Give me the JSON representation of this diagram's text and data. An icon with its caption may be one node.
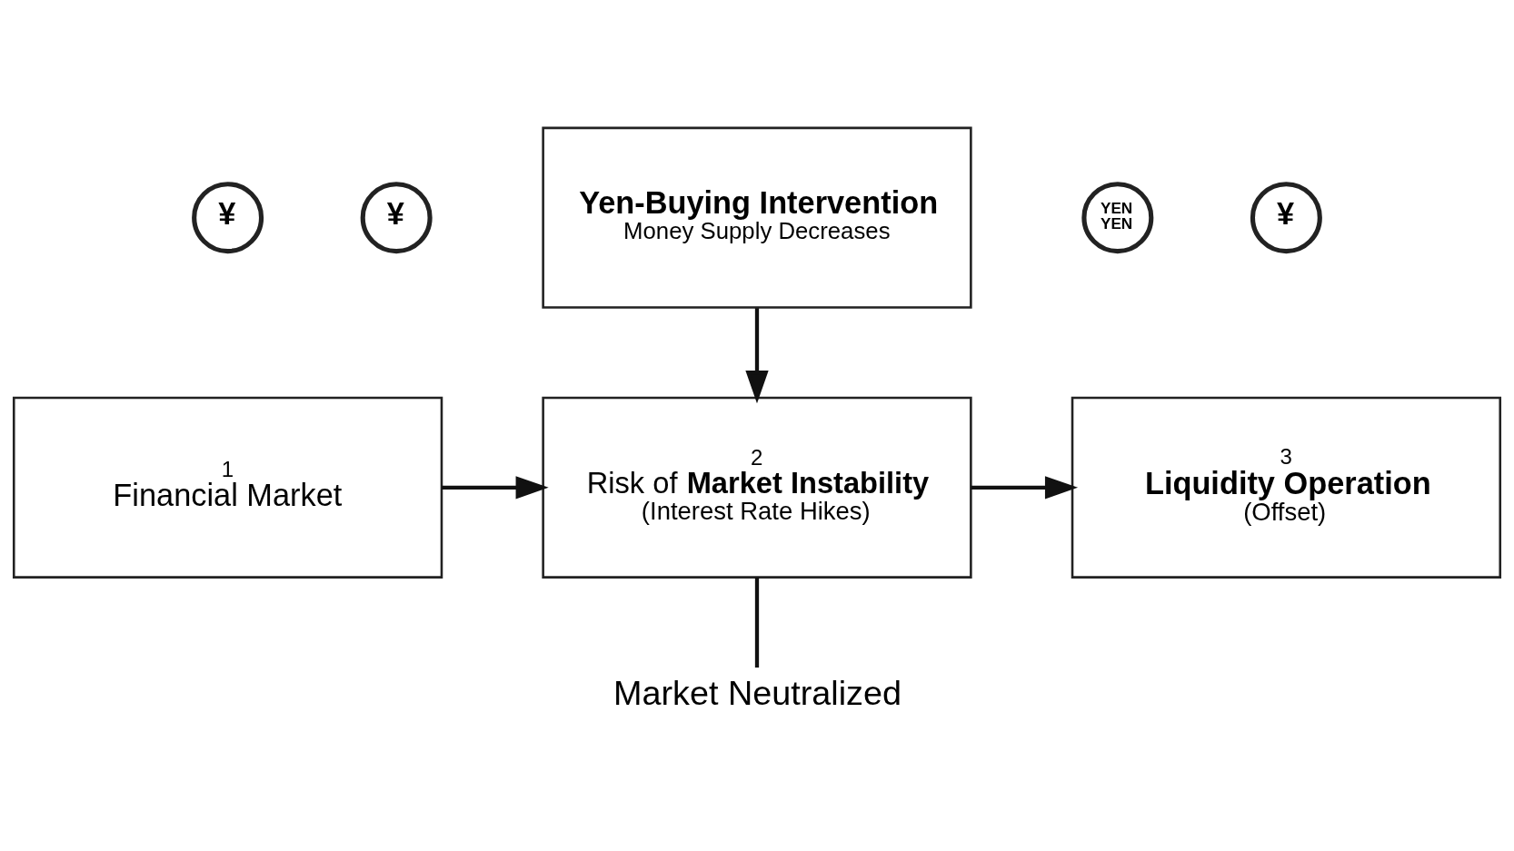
{
  "diagram": {
    "nodes": [
      {
        "text": [
          "Yen-Buying Intervention",
          "Money Supply Decreases"
        ]
      },
      {
        "text": [
          "1",
          "Financial Market"
        ]
      },
      {
        "text": [
          "2",
          "Risk of **Market Instability**",
          "(Interest Rate Hikes)"
        ]
      },
      {
        "text": [
          "3",
          "Liquidity Operation",
          "(Offset)"
        ]
      },
      {
        "text": [
          "Market Neutralized"
        ]
      }
    ],
    "edges": [
      {
        "from": 0,
        "to": 2,
        "arrow": "to"
      },
      {
        "from": 1,
        "to": 2,
        "arrow": "to"
      },
      {
        "from": 2,
        "to": 3,
        "arrow": "to"
      },
      {
        "from": 2,
        "to": 4,
        "arrow": "none"
      }
    ],
    "labels": [
      "¥",
      "¥",
      "YEN YEN",
      "¥"
    ]
  }
}
